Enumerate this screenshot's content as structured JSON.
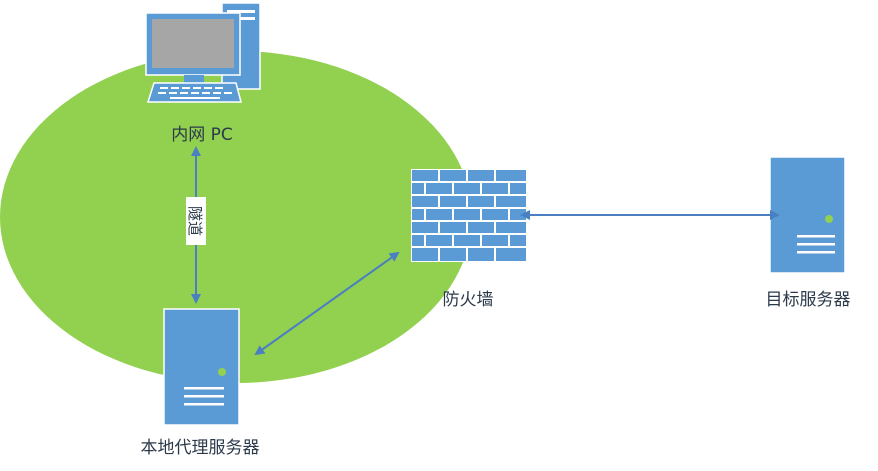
{
  "nodes": {
    "pc": {
      "label": "内网 PC",
      "icon": "desktop-computer-icon"
    },
    "proxy": {
      "label": "本地代理服务器",
      "icon": "server-icon"
    },
    "firewall": {
      "label": "防火墙",
      "icon": "firewall-brick-wall-icon"
    },
    "target": {
      "label": "目标服务器",
      "icon": "server-icon"
    }
  },
  "edges": {
    "tunnel_label": "隧道"
  },
  "colors": {
    "intranet_zone": "#92d050",
    "device_blue": "#5b9bd5",
    "device_dark": "#41719c",
    "arrow": "#4a7fc1",
    "indicator": "#92d050"
  }
}
